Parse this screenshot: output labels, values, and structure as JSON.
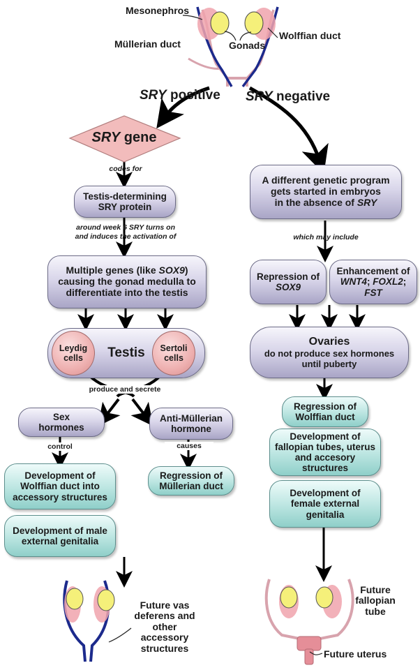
{
  "colors": {
    "purple_box": "#d9d6ea",
    "teal_box": "#bfe7e3",
    "pink": "#eeb0b0",
    "gonad": "#f5f07a",
    "wolffian": "#1c2a8c",
    "mullerian": "#d8a3ad"
  },
  "anatomy": {
    "mesonephros": "Mesonephros",
    "gonads": "Gonads",
    "wolffian_duct": "Wolffian duct",
    "mullerian_duct": "Müllerian duct"
  },
  "branches": {
    "positive_italic": "SRY",
    "positive_rest": " positive",
    "negative_italic": "SRY",
    "negative_rest": " negative"
  },
  "male": {
    "sry_gene_italic": "SRY",
    "sry_gene_rest": " gene",
    "codes_for": "codes for",
    "protein": "Testis-determining SRY protein",
    "induces_line1": "around week 6 SRY turns on",
    "induces_line2": "and induces the activation of",
    "genes_line1_a": "Multiple genes (like ",
    "genes_line1_italic": "SOX9",
    "genes_line1_b": ")",
    "genes_line2": "causing the gonad medulla to",
    "genes_line3": "differentiate into the testis",
    "testis": "Testis",
    "leydig": "Leydig cells",
    "sertoli": "Sertoli cells",
    "produce_secrete": "produce and secrete",
    "sex_hormones": "Sex hormones",
    "amh": "Anti-Müllerian hormone",
    "control": "control",
    "causes": "causes",
    "wolffian_dev": "Development of Wolffian duct into accessory structures",
    "male_genitalia": "Development of male external genitalia",
    "mullerian_regression": "Regression of Müllerian duct",
    "future_label": "Future vas deferens and other accessory structures"
  },
  "female": {
    "program_line1": "A different genetic program",
    "program_line2": "gets started in embryos",
    "program_line3_a": "in the absence of ",
    "program_line3_italic": "SRY",
    "may_include": "which may include",
    "repression_a": "Repression of ",
    "repression_italic": "SOX9",
    "enhancement_a": "Enhancement of ",
    "enhancement_i1": "WNT4",
    "enhancement_sep1": "; ",
    "enhancement_i2": "FOXL2",
    "enhancement_sep2": "; ",
    "enhancement_i3": "FST",
    "ovaries": "Ovaries",
    "ovaries_note": "do not produce sex hormones until puberty",
    "wolffian_regression": "Regression of Wolffian duct",
    "fallopian_dev": "Development of fallopian tubes, uterus and accesory structures",
    "female_genitalia": "Development of female external genitalia",
    "future_tube": "Future fallopian tube",
    "future_uterus": "Future uterus"
  }
}
